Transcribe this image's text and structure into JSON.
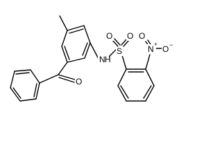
{
  "structure": {
    "atoms": {
      "n_amide": "N",
      "h_amide": "H",
      "s_sulfonyl": "S",
      "o_sulfonyl_left": "O",
      "o_sulfonyl_right": "O",
      "n_nitro": "N",
      "plus_charge": "+",
      "o_nitro_left": "O",
      "o_nitro_right": "O",
      "minus_charge": "−",
      "o_ketone": "O"
    }
  }
}
